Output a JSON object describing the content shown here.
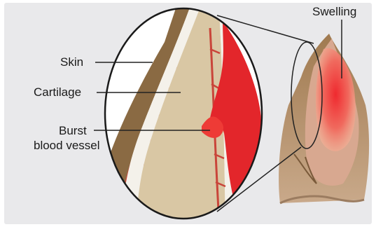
{
  "labels": {
    "skin": "Skin",
    "cartilage": "Cartilage",
    "burst_line1": "Burst",
    "burst_line2": "blood vessel",
    "swelling": "Swelling"
  },
  "colors": {
    "background_panel": "#e9e9eb",
    "skin": "#8a6a43",
    "cartilage": "#d9c7a4",
    "blood": "#e3262b",
    "vessel": "#c9453a",
    "outline": "#222222"
  }
}
